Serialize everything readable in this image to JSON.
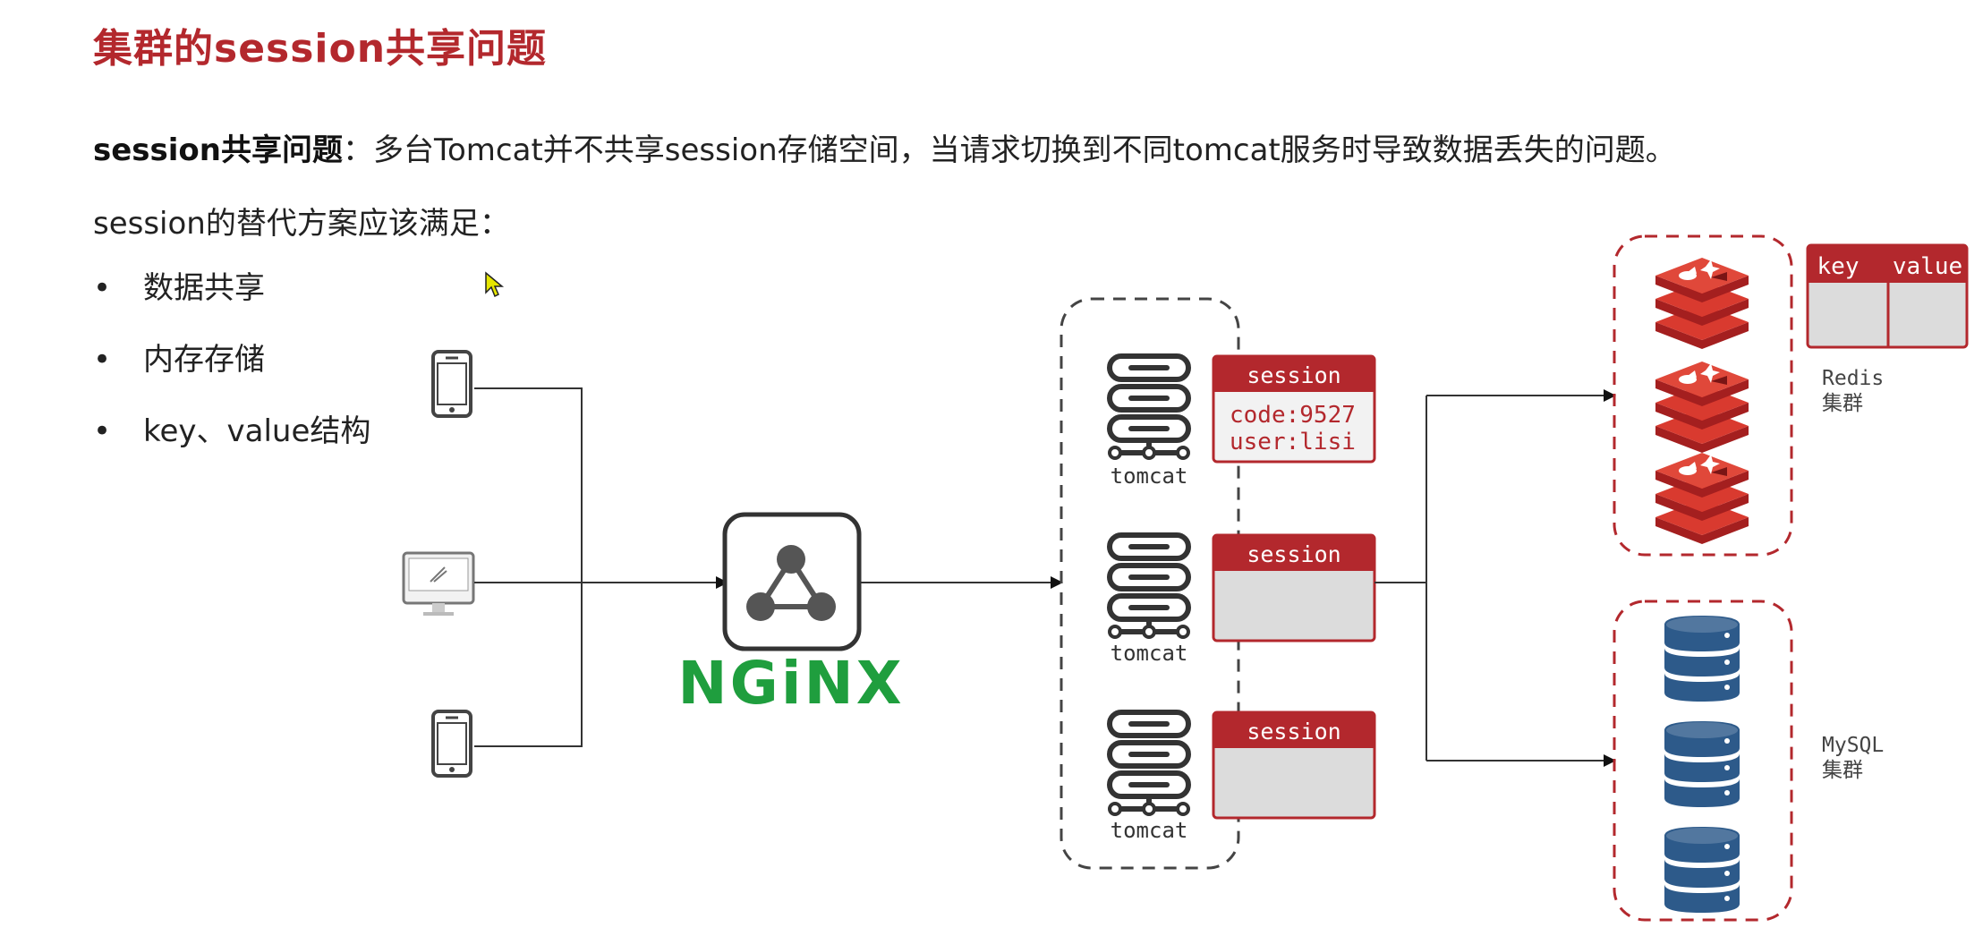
{
  "title": "集群的session共享问题",
  "problem": {
    "label": "session共享问题",
    "separator": "：",
    "text": "多台Tomcat并不共享session存储空间，当请求切换到不同tomcat服务时导致数据丢失的问题。"
  },
  "requirements": {
    "intro": "session的替代方案应该满足：",
    "items": [
      "数据共享",
      "内存存储",
      "key、value结构"
    ]
  },
  "diagram": {
    "nginx_label": "NGiNX",
    "nginx_color": "#1f9e3e",
    "accent_color": "#b3282d",
    "servers": [
      {
        "label": "tomcat",
        "session_title": "session",
        "session_lines": [
          "code:9527",
          "user:lisi"
        ]
      },
      {
        "label": "tomcat",
        "session_title": "session",
        "session_lines": []
      },
      {
        "label": "tomcat",
        "session_title": "session",
        "session_lines": []
      }
    ],
    "redis": {
      "line1": "Redis",
      "line2": "集群"
    },
    "kv_table": {
      "key_header": "key",
      "value_header": "value"
    },
    "mysql": {
      "line1": "MySQL",
      "line2": "集群"
    },
    "clients": [
      "phone-icon",
      "desktop-icon",
      "phone-icon"
    ]
  }
}
